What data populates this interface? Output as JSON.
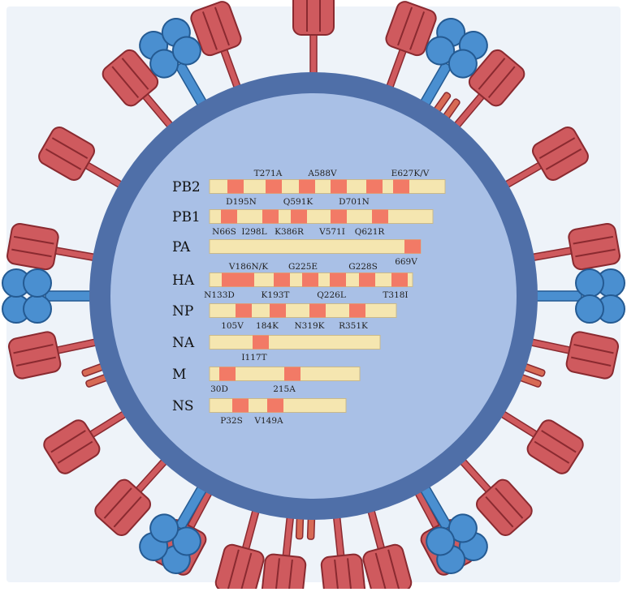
{
  "colors": {
    "background": "#eef3f9",
    "envelope": "#4f6fa8",
    "interior": "#a9c0e6",
    "hemagglutinin": "#cf5a5e",
    "hemagglutinin_stroke": "#8a2a30",
    "neuraminidase": "#4a8fd0",
    "neuraminidase_stroke": "#245a92",
    "m2_channel": "#d76a55",
    "segment_bar": "#f5e6b0",
    "segment_bar_stroke": "#c9b98a",
    "mutation_block": "#f27a66"
  },
  "segments": [
    {
      "name": "PB2",
      "mutations": [
        {
          "label": "D195N",
          "row": "below"
        },
        {
          "label": "T271A",
          "row": "above"
        },
        {
          "label": "Q591K",
          "row": "below"
        },
        {
          "label": "A588V",
          "row": "above"
        },
        {
          "label": "D701N",
          "row": "below"
        },
        {
          "label": "E627K/V",
          "row": "above"
        }
      ]
    },
    {
      "name": "PB1",
      "mutations": [
        {
          "label": "N66S",
          "row": "below"
        },
        {
          "label": "I298L",
          "row": "below"
        },
        {
          "label": "K386R",
          "row": "below"
        },
        {
          "label": "V571I",
          "row": "below"
        },
        {
          "label": "Q621R",
          "row": "below"
        }
      ]
    },
    {
      "name": "PA",
      "mutations": [
        {
          "label": "669V",
          "row": "below"
        }
      ]
    },
    {
      "name": "HA",
      "mutations": [
        {
          "label": "N133D",
          "row": "below"
        },
        {
          "label": "V186N/K",
          "row": "above"
        },
        {
          "label": "K193T",
          "row": "below"
        },
        {
          "label": "G225E",
          "row": "above"
        },
        {
          "label": "Q226L",
          "row": "below"
        },
        {
          "label": "G228S",
          "row": "above"
        },
        {
          "label": "T318I",
          "row": "below"
        }
      ]
    },
    {
      "name": "NP",
      "mutations": [
        {
          "label": "105V",
          "row": "below"
        },
        {
          "label": "184K",
          "row": "below"
        },
        {
          "label": "N319K",
          "row": "below"
        },
        {
          "label": "R351K",
          "row": "below"
        }
      ]
    },
    {
      "name": "NA",
      "mutations": [
        {
          "label": "I117T",
          "row": "below"
        }
      ]
    },
    {
      "name": "M",
      "mutations": [
        {
          "label": "30D",
          "row": "below"
        },
        {
          "label": "215A",
          "row": "below"
        }
      ]
    },
    {
      "name": "NS",
      "mutations": [
        {
          "label": "P32S",
          "row": "below"
        },
        {
          "label": "V149A",
          "row": "below"
        }
      ]
    }
  ],
  "surface_proteins": {
    "hemagglutinin_count": 21,
    "neuraminidase_count": 6,
    "m2_channel_count": 4
  }
}
